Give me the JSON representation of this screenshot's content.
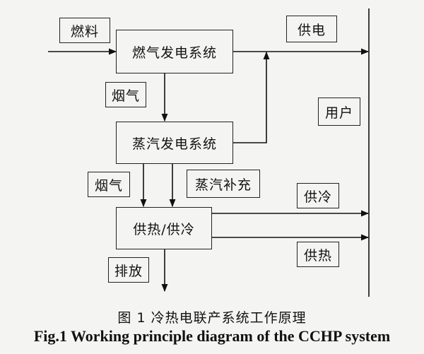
{
  "diagram": {
    "boxes": {
      "fuel": "燃料",
      "gas_turbine": "燃气发电系统",
      "flue_gas_1": "烟气",
      "steam_system": "蒸汽发电系统",
      "flue_gas_2": "烟气",
      "steam_supplement": "蒸汽补充",
      "heating_cooling": "供热/供冷",
      "exhaust": "排放",
      "supply_power": "供电",
      "user": "用户",
      "supply_cooling": "供冷",
      "supply_heating": "供热"
    }
  },
  "caption": {
    "zh": "图 1  冷热电联产系统工作原理",
    "en": "Fig.1 Working principle diagram of the CCHP system"
  }
}
